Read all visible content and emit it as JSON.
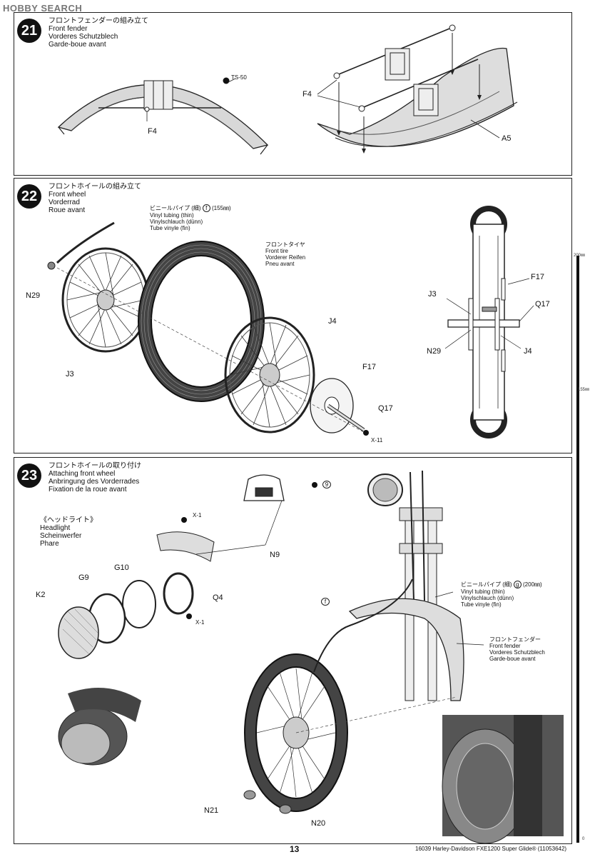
{
  "watermark": "HOBBY SEARCH",
  "step21": {
    "number": "21",
    "title_jp": "フロントフェンダーの組み立て",
    "title_en": "Front fender",
    "title_de": "Vorderes Schutzblech",
    "title_fr": "Garde-boue avant",
    "labels": {
      "ts50": "TS-50",
      "f4_left": "F4",
      "f4_right": "F4",
      "a5": "A5"
    }
  },
  "step22": {
    "number": "22",
    "title_jp": "フロントホイールの組み立て",
    "title_en": "Front wheel",
    "title_de": "Vorderrad",
    "title_fr": "Roue avant",
    "tubing": {
      "jp": "ビニールパイプ (細) ",
      "code": "f",
      "len": "(155㎜)",
      "en": "Vinyl tubing (thin)",
      "de": "Vinylschlauch (dünn)",
      "fr": "Tube vinyle (fin)"
    },
    "tire": {
      "jp": "フロントタイヤ",
      "en": "Front tire",
      "de": "Vorderer Reifen",
      "fr": "Pneu avant"
    },
    "labels": {
      "n29": "N29",
      "j3": "J3",
      "j4": "J4",
      "f17": "F17",
      "q17": "Q17",
      "x11": "X-11",
      "s_f17": "F17",
      "s_j3": "J3",
      "s_q17": "Q17",
      "s_n29": "N29",
      "s_j4": "J4"
    }
  },
  "step23": {
    "number": "23",
    "title_jp": "フロントホイールの取り付け",
    "title_en": "Attaching front wheel",
    "title_de": "Anbringung des Vorderrades",
    "title_fr": "Fixation de la roue avant",
    "headlight": {
      "jp": "《ヘッドライト》",
      "en": "Headlight",
      "de": "Scheinwerfer",
      "fr": "Phare"
    },
    "tubing": {
      "jp": "ビニールパイプ (細) ",
      "code": "g",
      "len": "(200㎜)",
      "en": "Vinyl tubing (thin)",
      "de": "Vinylschlauch (dünn)",
      "fr": "Tube vinyle (fin)"
    },
    "fender": {
      "jp": "フロントフェンダー",
      "en": "Front fender",
      "de": "Vorderes Schutzblech",
      "fr": "Garde-boue avant"
    },
    "labels": {
      "x1_top": "X-1",
      "x1_bottom": "X-1",
      "k2": "K2",
      "g9": "G9",
      "g10": "G10",
      "q4": "Q4",
      "n9": "N9",
      "callout9": "9",
      "callout_f": "f",
      "n21": "N21",
      "n20": "N20"
    }
  },
  "ruler": {
    "top": "200㎜",
    "mid": "155㎜",
    "bottom": "0"
  },
  "footer": {
    "page": "13",
    "product": "16039  Harley-Davidson FXE1200 Super Glide® (11053642)"
  }
}
